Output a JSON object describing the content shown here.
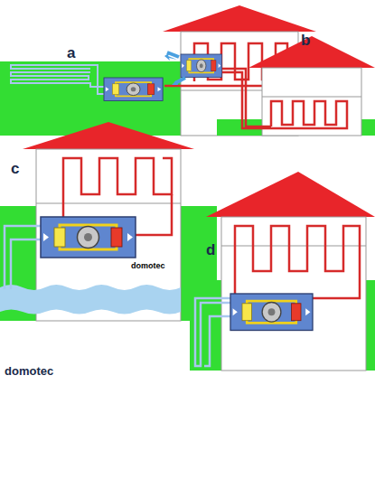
{
  "diagram": {
    "labels": [
      "a",
      "b",
      "c",
      "domotec",
      "d",
      "domotec"
    ]
  }
}
